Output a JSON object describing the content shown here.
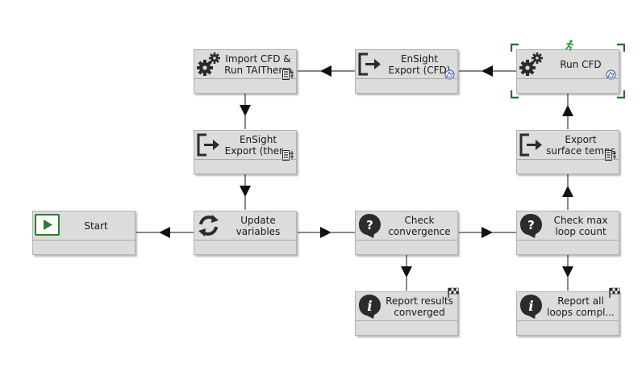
{
  "nodes": {
    "start": {
      "label": "Start",
      "icon": "play-icon"
    },
    "update": {
      "label": "Update\nvariables",
      "icon": "refresh-icon"
    },
    "check_conv": {
      "label": "Check\nconvergence",
      "icon": "question-icon"
    },
    "check_max": {
      "label": "Check max\nloop count",
      "icon": "question-icon"
    },
    "report_conv": {
      "label": "Report results\nconverged",
      "icon": "info-icon",
      "badge": "checkered-flag-icon"
    },
    "report_all": {
      "label": "Report all\nloops compl...",
      "icon": "info-icon",
      "badge": "checkered-flag-icon"
    },
    "export_temps": {
      "label": "Export\nsurface temps",
      "icon": "export-icon",
      "badge": "script-icon"
    },
    "run_cfd": {
      "label": "Run CFD",
      "icon": "gears-icon",
      "badge": "app-icon",
      "status": "running-icon",
      "selected": true
    },
    "ensight_cfd": {
      "label": "EnSight\nExport (CFD)",
      "icon": "export-icon",
      "badge": "app-icon"
    },
    "import_cfd": {
      "label": "Import CFD &\nRun TAITherm",
      "icon": "gears-icon",
      "badge": "script-icon"
    },
    "ensight_ther": {
      "label": "EnSight\nExport (ther...",
      "icon": "export-icon",
      "badge": "script-icon"
    }
  },
  "colors": {
    "node_fill": "#dcdcda",
    "start_green": "#2e7d32",
    "selection_green": "#2e6b2e",
    "icon_dark": "#2b2b2b",
    "badge_blue": "#3a55b0"
  }
}
